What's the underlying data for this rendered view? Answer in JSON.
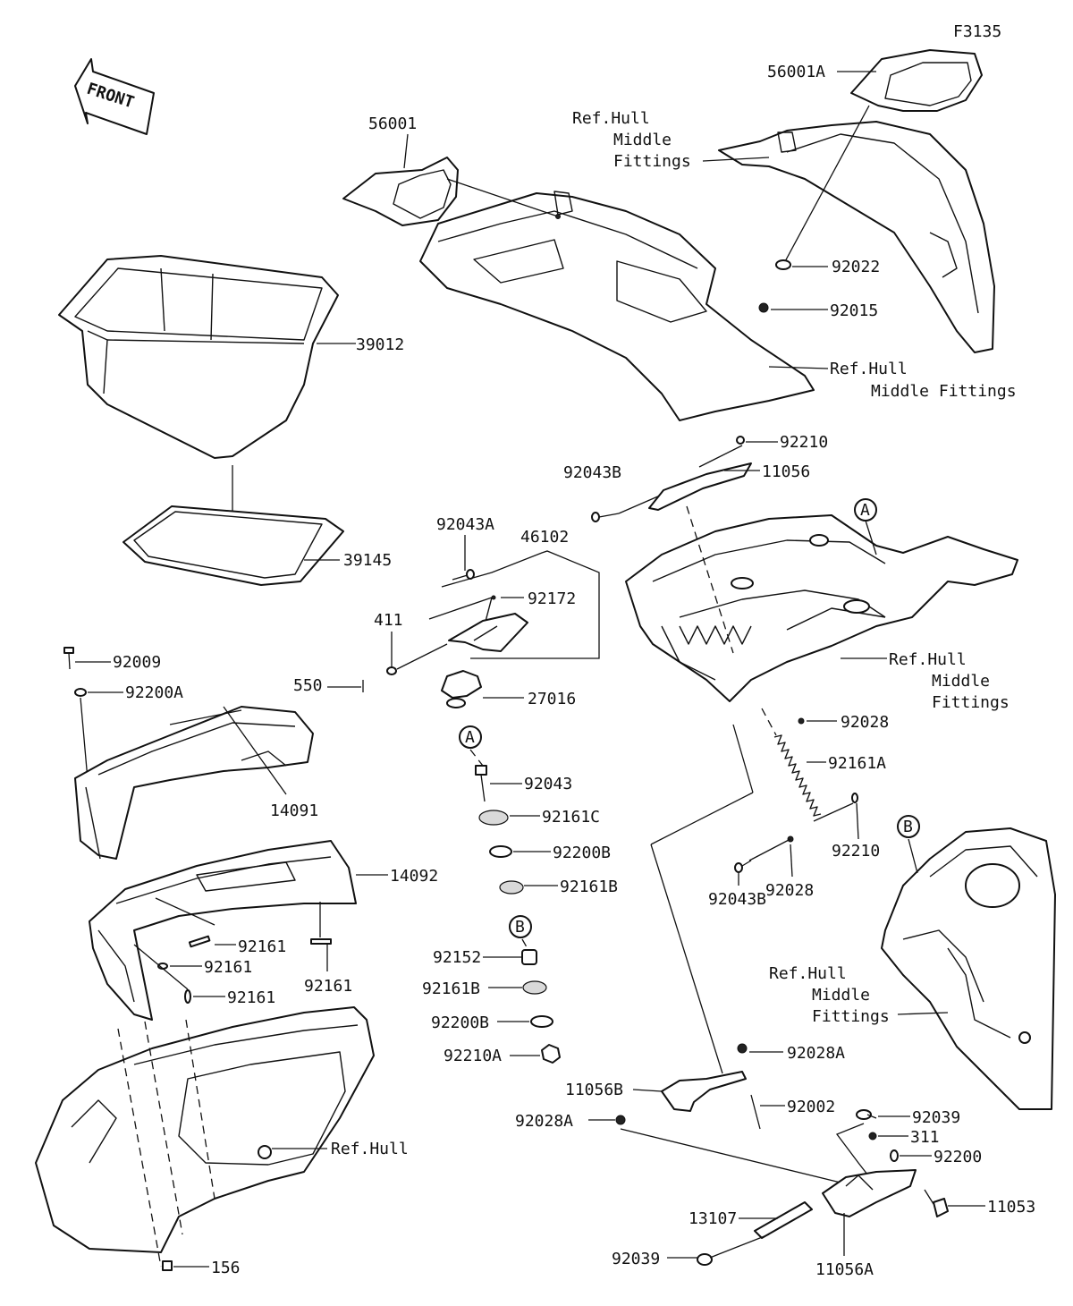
{
  "figure_code": "F3135",
  "front_arrow_text": "FRONT",
  "ref_labels": {
    "hull_middle_fittings_top_1": "Ref.Hull",
    "hull_middle_fittings_top_2": "Middle",
    "hull_middle_fittings_top_3": "Fittings",
    "hull_middle_fittings_right_1": "Ref.Hull",
    "hull_middle_fittings_right_2": "Middle Fittings",
    "hull_middle_fittings_mid_1": "Ref.Hull",
    "hull_middle_fittings_mid_2": "Middle",
    "hull_middle_fittings_mid_3": "Fittings",
    "hull_middle_fittings_low_1": "Ref.Hull",
    "hull_middle_fittings_low_2": "Middle",
    "hull_middle_fittings_low_3": "Fittings",
    "hull": "Ref.Hull"
  },
  "callouts": {
    "a": "A",
    "b": "B"
  },
  "parts": {
    "p56001a": "56001A",
    "p56001": "56001",
    "p92022": "92022",
    "p92015": "92015",
    "p39012": "39012",
    "p39145": "39145",
    "p92210_top": "92210",
    "p92043b_top": "92043B",
    "p11056": "11056",
    "p92043a": "92043A",
    "p46102": "46102",
    "p92172": "92172",
    "p411": "411",
    "p550": "550",
    "p27016": "27016",
    "p92009": "92009",
    "p92200a": "92200A",
    "p14091": "14091",
    "p14092": "14092",
    "p92043": "92043",
    "p92161c": "92161C",
    "p92200b_1": "92200B",
    "p92161b_1": "92161B",
    "p92161_1": "92161",
    "p92161_2": "92161",
    "p92161_3": "92161",
    "p92161_4": "92161",
    "p92152": "92152",
    "p92161b_2": "92161B",
    "p92200b_2": "92200B",
    "p92210a": "92210A",
    "p92028_1": "92028",
    "p92161a": "92161A",
    "p92210_mid": "92210",
    "p92028_2": "92028",
    "p92043b_mid": "92043B",
    "p92028a_1": "92028A",
    "p11056b": "11056B",
    "p92002": "92002",
    "p92028a_2": "92028A",
    "p92039_1": "92039",
    "p311": "311",
    "p92200": "92200",
    "p11053": "11053",
    "p13107": "13107",
    "p92039_2": "92039",
    "p11056a": "11056A",
    "p156": "156"
  }
}
